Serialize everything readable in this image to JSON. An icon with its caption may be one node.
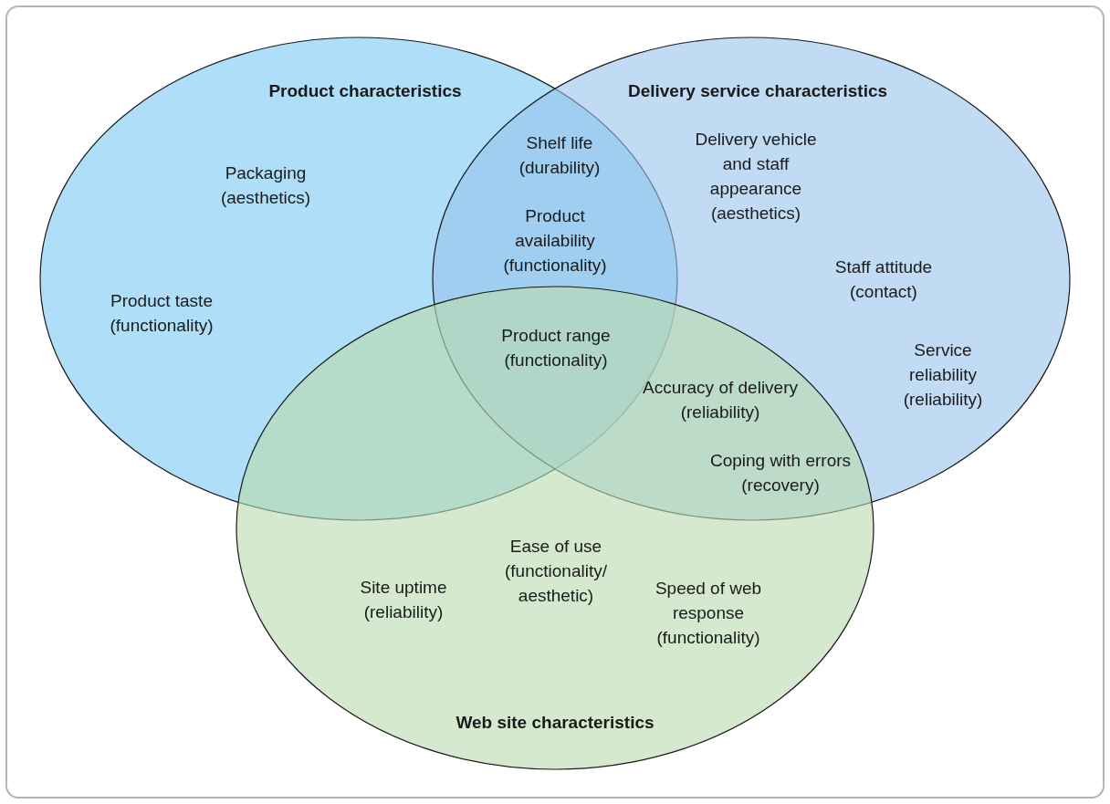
{
  "diagram": {
    "nodes": [
      {
        "text": [
          "Product characteristics"
        ]
      },
      {
        "text": [
          "Delivery service characteristics"
        ]
      },
      {
        "text": [
          "Web site characteristics"
        ]
      }
    ],
    "edges": [],
    "labels": [
      "Shelf life (durability)",
      "Delivery vehicle and staff appearance (aesthetics)",
      "Packaging (aesthetics)",
      "Product availability (functionality)",
      "Staff attitude (contact)",
      "Product taste (functionality)",
      "Product range (functionality)",
      "Service reliability (reliability)",
      "Accuracy of delivery (reliability)",
      "Coping with errors (recovery)",
      "Ease of use (functionality/ aesthetic)",
      "Site uptime (reliability)",
      "Speed of web response (functionality)"
    ]
  }
}
